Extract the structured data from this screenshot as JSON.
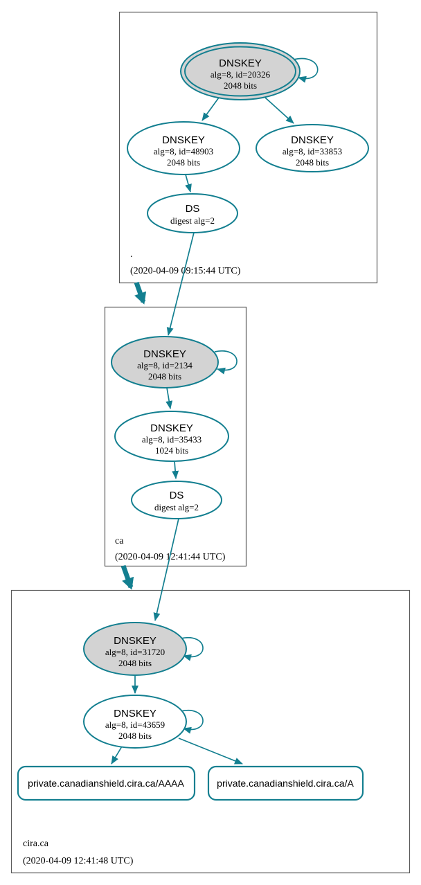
{
  "colors": {
    "edge_teal": "#137f90",
    "ksk_fill": "#d3d3d3",
    "node_fill": "#ffffff",
    "box_border": "#5a5a5a"
  },
  "zones": {
    "root": {
      "label": ".",
      "timestamp": "(2020-04-09 09:15:44 UTC)",
      "ksk": {
        "type": "DNSKEY",
        "detail": "alg=8, id=20326",
        "bits": "2048 bits"
      },
      "zsk": {
        "type": "DNSKEY",
        "detail": "alg=8, id=48903",
        "bits": "2048 bits"
      },
      "key3": {
        "type": "DNSKEY",
        "detail": "alg=8, id=33853",
        "bits": "2048 bits"
      },
      "ds": {
        "type": "DS",
        "detail": "digest alg=2"
      }
    },
    "ca": {
      "label": "ca",
      "timestamp": "(2020-04-09 12:41:44 UTC)",
      "ksk": {
        "type": "DNSKEY",
        "detail": "alg=8, id=2134",
        "bits": "2048 bits"
      },
      "zsk": {
        "type": "DNSKEY",
        "detail": "alg=8, id=35433",
        "bits": "1024 bits"
      },
      "ds": {
        "type": "DS",
        "detail": "digest alg=2"
      }
    },
    "cira": {
      "label": "cira.ca",
      "timestamp": "(2020-04-09 12:41:48 UTC)",
      "ksk": {
        "type": "DNSKEY",
        "detail": "alg=8, id=31720",
        "bits": "2048 bits"
      },
      "zsk": {
        "type": "DNSKEY",
        "detail": "alg=8, id=43659",
        "bits": "2048 bits"
      },
      "rrset_aaaa": "private.canadianshield.cira.ca/AAAA",
      "rrset_a": "private.canadianshield.cira.ca/A"
    }
  }
}
